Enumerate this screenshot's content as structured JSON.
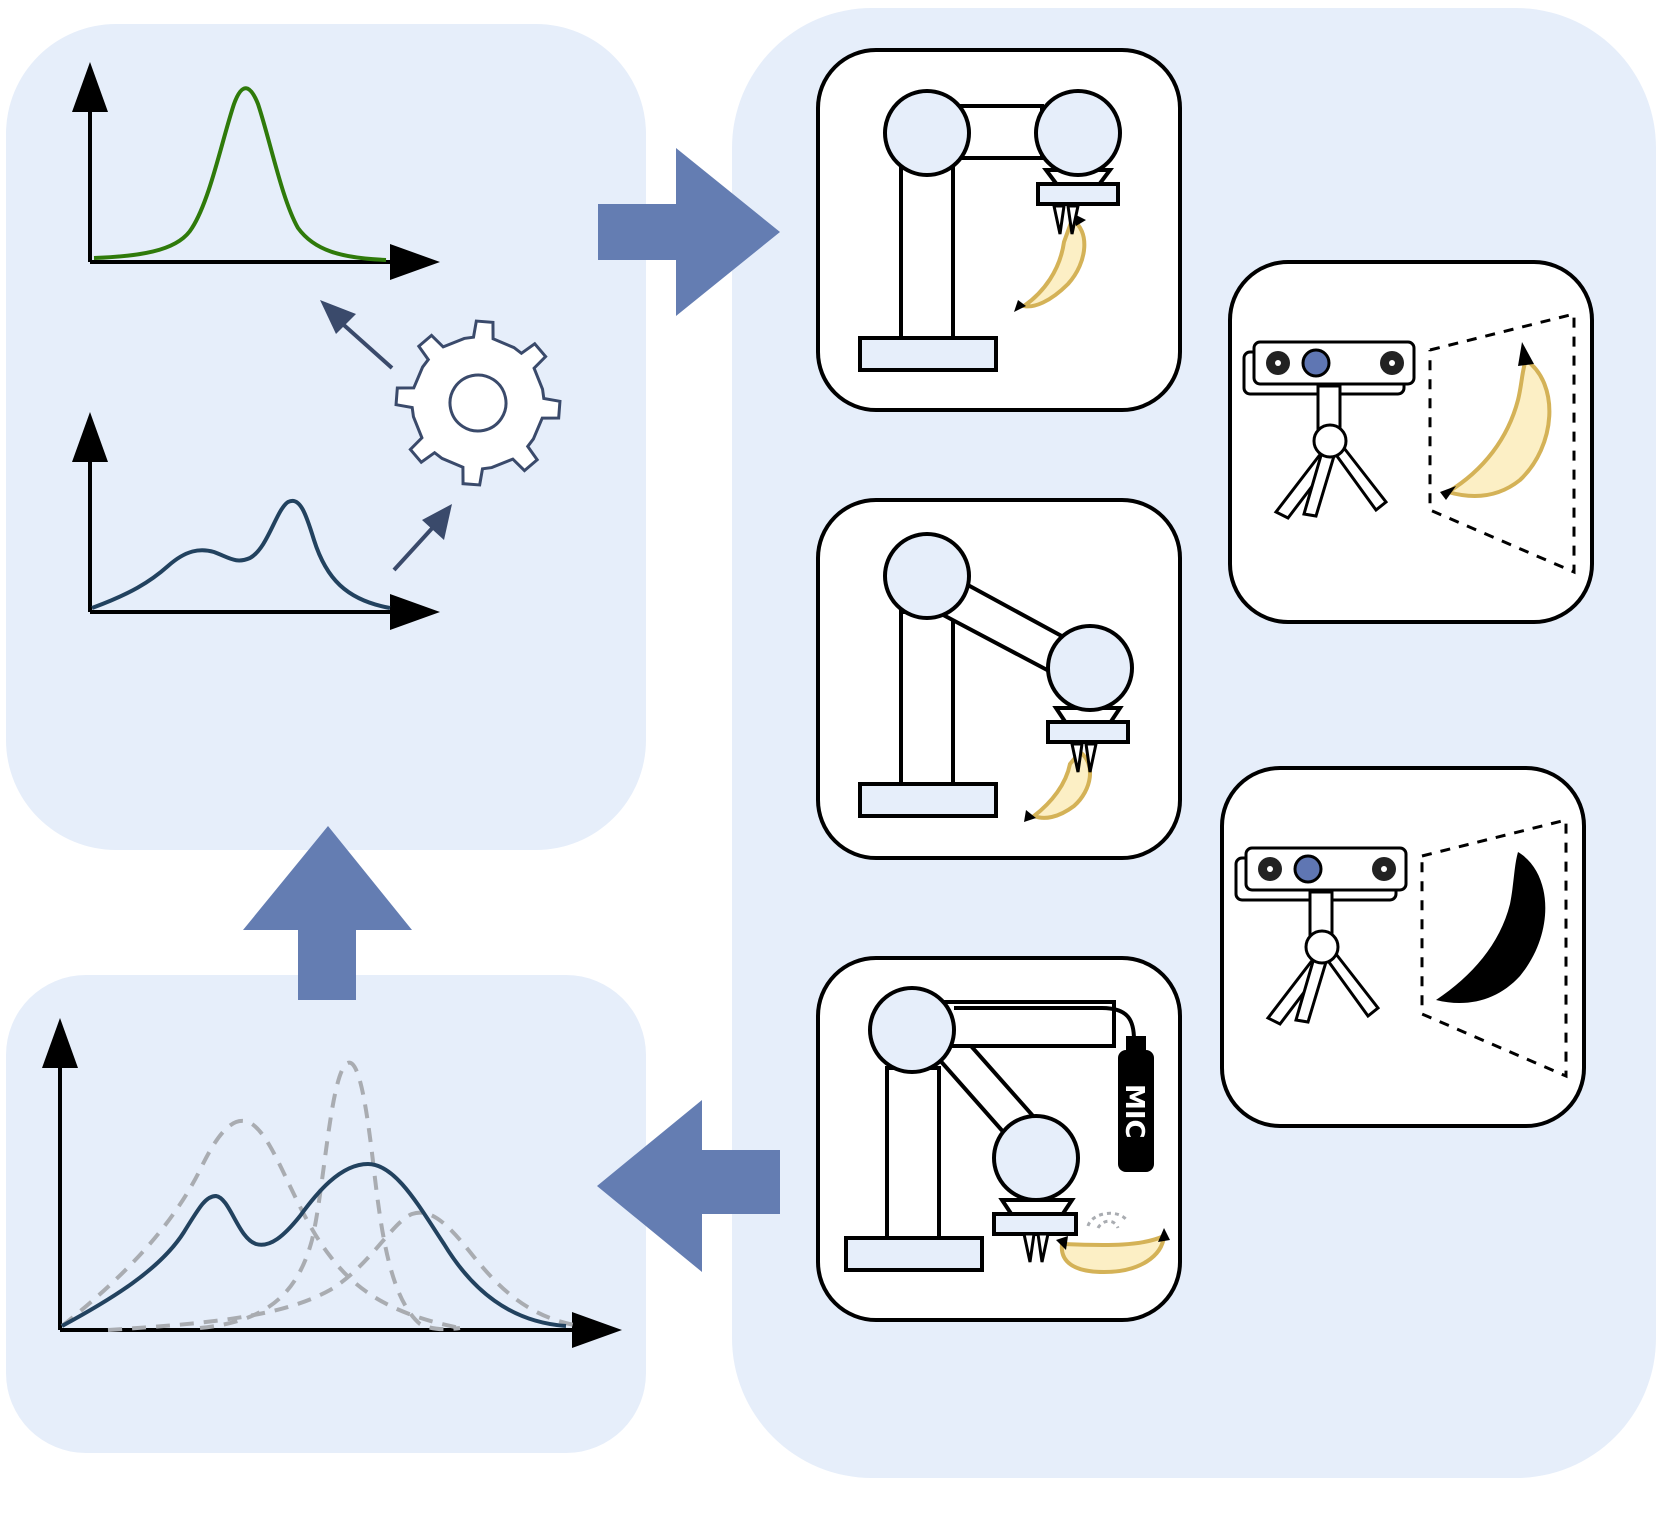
{
  "panels": {
    "top_left": "distribution-update-panel",
    "bottom_left": "mixture-distribution-panel",
    "right": "robot-interaction-panel"
  },
  "robot_scenes": [
    {
      "id": "arm-straight",
      "label": ""
    },
    {
      "id": "arm-bent",
      "label": ""
    },
    {
      "id": "arm-with-microphone",
      "label": "MIC"
    }
  ],
  "camera_scenes": [
    {
      "id": "camera-banana-view"
    },
    {
      "id": "camera-silhouette-view"
    }
  ],
  "mic": {
    "label": "MIC"
  },
  "colors": {
    "panel": "#e6eefa",
    "flow_arrow": "#647db2",
    "banana_fill": "#fcefc5",
    "banana_stroke": "#d4b257",
    "posterior_curve": "#2f7a0a",
    "prior_curve": "#22425f",
    "component_curve": "#a9acb1",
    "gear": "#3a4a6b"
  }
}
